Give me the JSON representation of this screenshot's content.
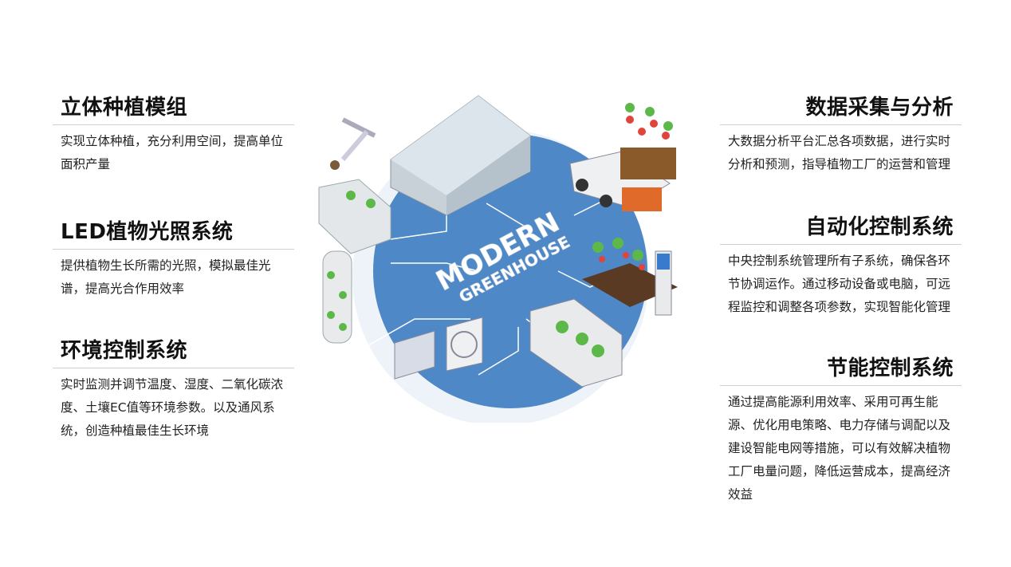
{
  "left_sections": [
    {
      "title": "立体种植模组",
      "body": "实现立体种植，充分利用空间，提高单位面积产量"
    },
    {
      "title": "LED植物光照系统",
      "body": "提供植物生长所需的光照，模拟最佳光谱，提高光合作用效率"
    },
    {
      "title": "环境控制系统",
      "body": "实时监测并调节温度、湿度、二氧化碳浓度、土壤EC值等环境参数。以及通风系统，创造种植最佳生长环境"
    }
  ],
  "right_sections": [
    {
      "title": "数据采集与分析",
      "body": "大数据分析平台汇总各项数据，进行实时分析和预测，指导植物工厂的运营和管理"
    },
    {
      "title": "自动化控制系统",
      "body": "中央控制系统管理所有子系统，确保各环节协调运作。通过移动设备或电脑，可远程监控和调整各项参数，实现智能化管理"
    },
    {
      "title": "节能控制系统",
      "body": "通过提高能源利用效率、采用可再生能源、优化用电策略、电力存储与调配以及建设智能电网等措施，可以有效解决植物工厂电量问题，降低运营成本，提高经济效益"
    }
  ],
  "center": {
    "line1": "MODERN",
    "line2": "GREENHOUSE"
  },
  "colors": {
    "circle": "#4f88c6",
    "halo": "#eef3fa",
    "plant": "#5db84a",
    "tomato": "#e0443a"
  }
}
